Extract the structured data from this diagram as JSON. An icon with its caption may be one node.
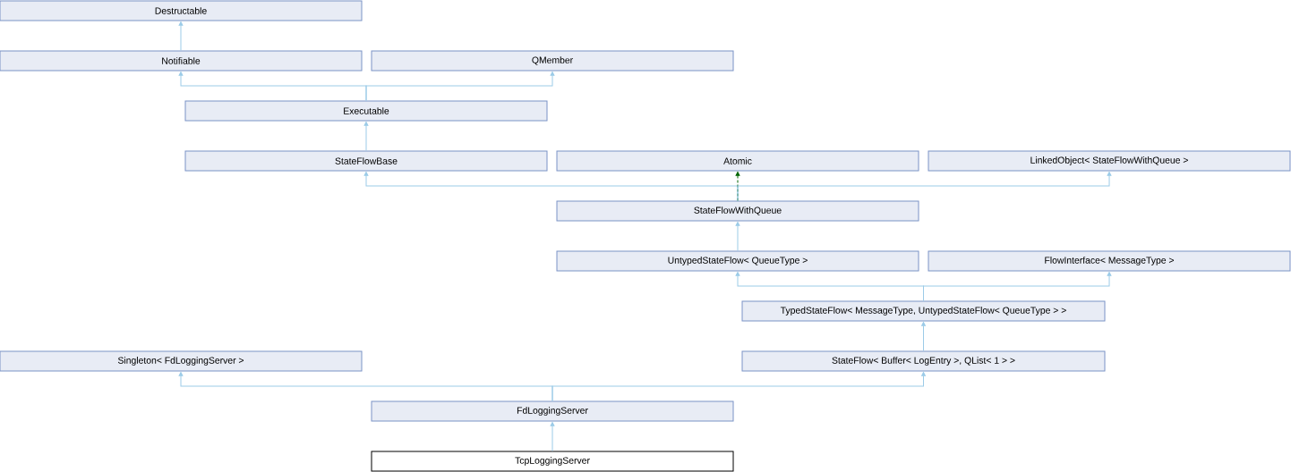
{
  "diagram": {
    "nodes": [
      {
        "text": [
          "Destructable"
        ]
      },
      {
        "text": [
          "Notifiable"
        ]
      },
      {
        "text": [
          "QMember"
        ]
      },
      {
        "text": [
          "Executable"
        ]
      },
      {
        "text": [
          "StateFlowBase"
        ]
      },
      {
        "text": [
          "Atomic"
        ]
      },
      {
        "text": [
          "LinkedObject< StateFlowWithQueue >"
        ]
      },
      {
        "text": [
          "StateFlowWithQueue"
        ]
      },
      {
        "text": [
          "UntypedStateFlow< QueueType >"
        ]
      },
      {
        "text": [
          "FlowInterface< MessageType >"
        ]
      },
      {
        "text": [
          "TypedStateFlow< MessageType, UntypedStateFlow< QueueType > >"
        ]
      },
      {
        "text": [
          "Singleton< FdLoggingServer >"
        ]
      },
      {
        "text": [
          "StateFlow< Buffer< LogEntry >, QList< 1 > >"
        ]
      },
      {
        "text": [
          "FdLoggingServer"
        ]
      },
      {
        "text": [
          "TcpLoggingServer"
        ]
      }
    ],
    "edges": [
      {
        "from": 1,
        "to": 0,
        "arrow": "to"
      },
      {
        "from": 3,
        "to": 1,
        "arrow": "to"
      },
      {
        "from": 3,
        "to": 2,
        "arrow": "to"
      },
      {
        "from": 4,
        "to": 3,
        "arrow": "to"
      },
      {
        "from": 7,
        "to": 4,
        "arrow": "to"
      },
      {
        "from": 7,
        "to": 5,
        "arrow": "to",
        "style": "dashed",
        "color": "#006400"
      },
      {
        "from": 7,
        "to": 6,
        "arrow": "to"
      },
      {
        "from": 8,
        "to": 7,
        "arrow": "to"
      },
      {
        "from": 10,
        "to": 8,
        "arrow": "to"
      },
      {
        "from": 10,
        "to": 9,
        "arrow": "to"
      },
      {
        "from": 12,
        "to": 10,
        "arrow": "to"
      },
      {
        "from": 13,
        "to": 11,
        "arrow": "to"
      },
      {
        "from": 13,
        "to": 12,
        "arrow": "to"
      },
      {
        "from": 14,
        "to": 13,
        "arrow": "to"
      }
    ]
  }
}
